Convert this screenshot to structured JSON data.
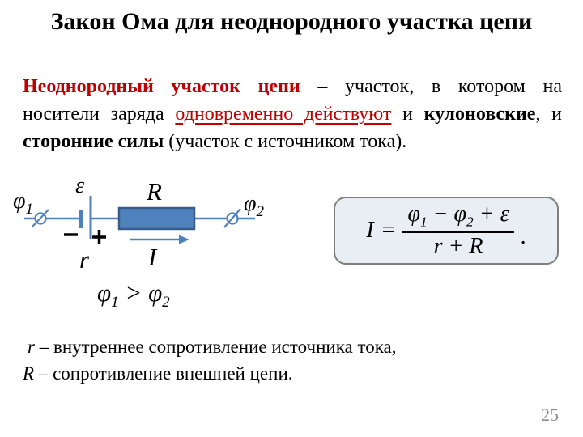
{
  "slide": {
    "title": "Закон Ома для неоднородного участка цепи",
    "page_number": "25"
  },
  "definition": {
    "line1": {
      "term": "Неоднородный участок цепи",
      "rest": " – участок, в котором на"
    },
    "line2": {
      "pre": "носители заряда ",
      "underlined": "одновременно действуют",
      "conj": " и ",
      "bold": "кулоновские",
      "tail": ", и"
    },
    "line3": {
      "bold": "сторонние силы",
      "rest": " (участок с источником тока)."
    }
  },
  "circuit": {
    "phi1": "φ",
    "phi1_sub": "1",
    "emf": "ε",
    "internal_resistance": "r",
    "resistor": "R",
    "current": "I",
    "phi2": "φ",
    "phi2_sub": "2",
    "inequality": {
      "phi1": "φ",
      "sub1": "1",
      "gt": " > ",
      "phi2": "φ",
      "sub2": "2"
    },
    "colors": {
      "wire": "#4f81bd",
      "resistor_fill": "#4f81bd",
      "resistor_border": "#385d8a",
      "label": "#000000"
    }
  },
  "formula": {
    "lhs": "I",
    "equals": "=",
    "num_phi1": "φ",
    "num_sub1": "1",
    "num_minus": " − ",
    "num_phi2": "φ",
    "num_sub2": "2",
    "num_plus": " + ",
    "num_emf": "ε",
    "den": "r + R",
    "period": ".",
    "colors": {
      "fill": "#e9eef5",
      "border": "#7f7f7f"
    }
  },
  "notes": {
    "line1": {
      "symbol": "r",
      "text": " – внутреннее сопротивление источника тока,"
    },
    "line2": {
      "symbol": "R",
      "text": " – сопротивление внешней цепи."
    }
  }
}
